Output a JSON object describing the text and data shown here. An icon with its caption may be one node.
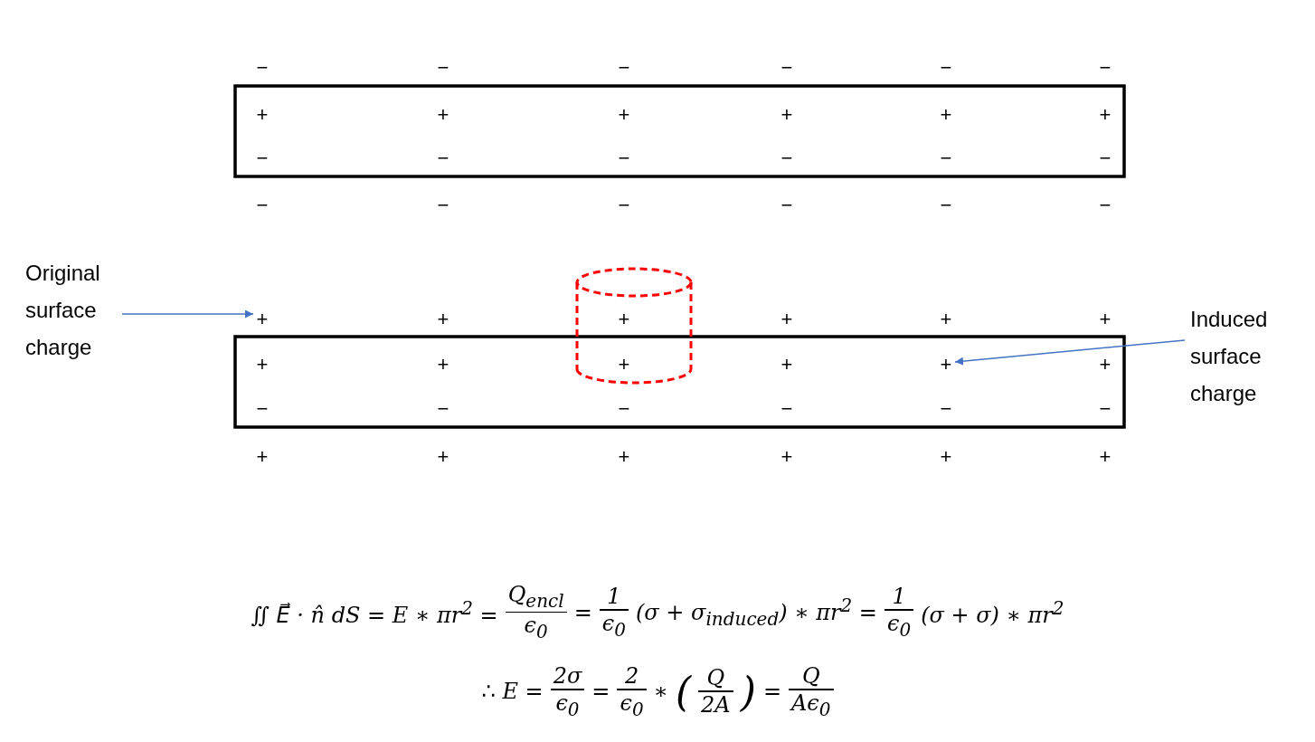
{
  "diagram": {
    "nodes": [
      {
        "text": [
          "Original surface charge"
        ]
      },
      {
        "text": [
          "+"
        ]
      },
      {
        "text": [
          "Induced surface charge"
        ]
      },
      {
        "text": [
          "+"
        ]
      }
    ],
    "edges": [
      {
        "from": 0,
        "to": 1,
        "arrow": "to"
      },
      {
        "from": 2,
        "to": 3,
        "arrow": "to"
      }
    ],
    "labels": [
      "−",
      "−",
      "−",
      "−",
      "−",
      "−",
      "+",
      "+",
      "+",
      "+",
      "+",
      "+",
      "−",
      "−",
      "−",
      "−",
      "−",
      "−",
      "−",
      "−",
      "−",
      "−",
      "−",
      "−",
      "+",
      "+",
      "+",
      "+",
      "+",
      "+",
      "+",
      "+",
      "+",
      "+",
      "−",
      "−",
      "−",
      "−",
      "−",
      "−",
      "+",
      "+",
      "+",
      "+",
      "+",
      "+",
      "∬ E⃗ · n̂ dS = E ∗ πr$^{2}$ =",
      "Q$_{encl}$",
      "ϵ$_{0}$",
      "=",
      "1",
      "ϵ$_{0}$",
      "(σ + σ$_{induced}$) ∗ πr$^{2}$ =",
      "1",
      "ϵ$_{0}$",
      "(σ + σ) ∗ πr$^{2}$",
      "∴ E =",
      "2σ",
      "ϵ$_{0}$",
      "=",
      "2",
      "ϵ$_{0}$",
      "∗",
      "(",
      "Q",
      "2A",
      ")",
      "=",
      "Q",
      "Aϵ$_{0}$"
    ]
  }
}
